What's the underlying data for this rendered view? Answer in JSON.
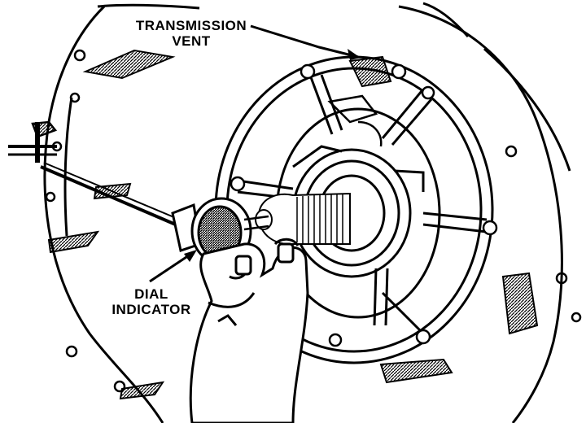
{
  "callouts": {
    "vent": {
      "line1": "TRANSMISSION",
      "line2": "VENT"
    },
    "dial": {
      "line1": "DIAL",
      "line2": "INDICATOR"
    }
  },
  "colors": {
    "ink": "#000000",
    "paper": "#ffffff"
  }
}
